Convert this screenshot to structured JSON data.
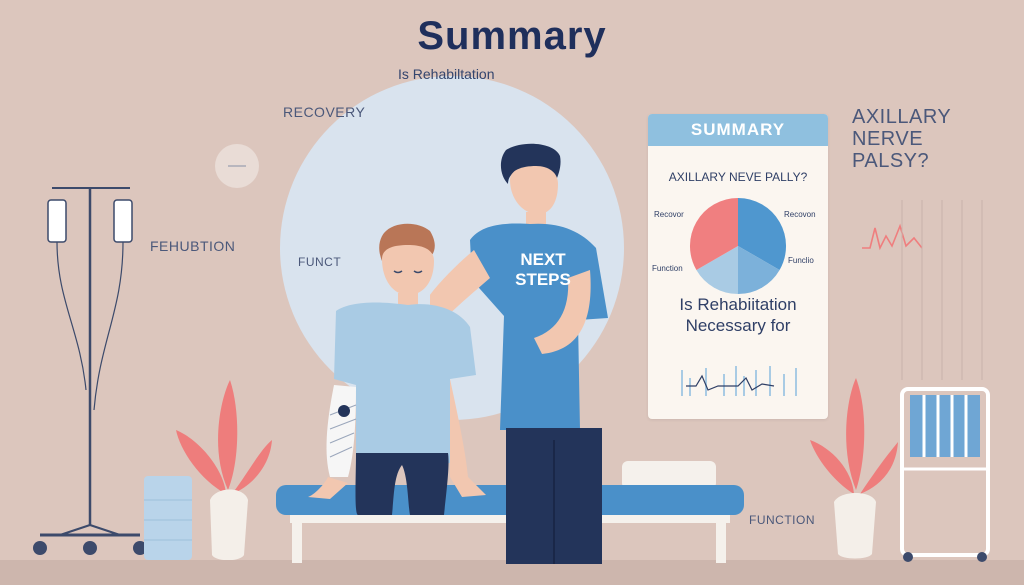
{
  "header": {
    "title": "Summary",
    "subtitle": "Is Rehabiltation"
  },
  "labels": {
    "recovery": "RECOVERY",
    "fehubtion": "FEHUBTION",
    "funct": "FUNCT",
    "function_bottom": "FUNCTION",
    "axillary_line1": "AXILLARY",
    "axillary_line2": "NERVE",
    "axillary_line3": "PALSY?"
  },
  "shirt": {
    "line1": "NEXT",
    "line2": "STEPS"
  },
  "card": {
    "header": "SUMMARY",
    "question": "AXILLARY NEVE PALLY?",
    "pie_label_left_top": "Recovor",
    "pie_label_right_top": "Recovon",
    "pie_label_left_bottom": "Function",
    "pie_label_right_bottom": "Funclio",
    "text_line1": "Is Rehabiitation",
    "text_line2": "Necessary for"
  },
  "colors": {
    "background": "#dcc6bd",
    "accent_blue": "#4a90c9",
    "pie_red": "#f07f80",
    "pie_blue": "#4f97cf",
    "pie_light": "#a9cbe4"
  }
}
